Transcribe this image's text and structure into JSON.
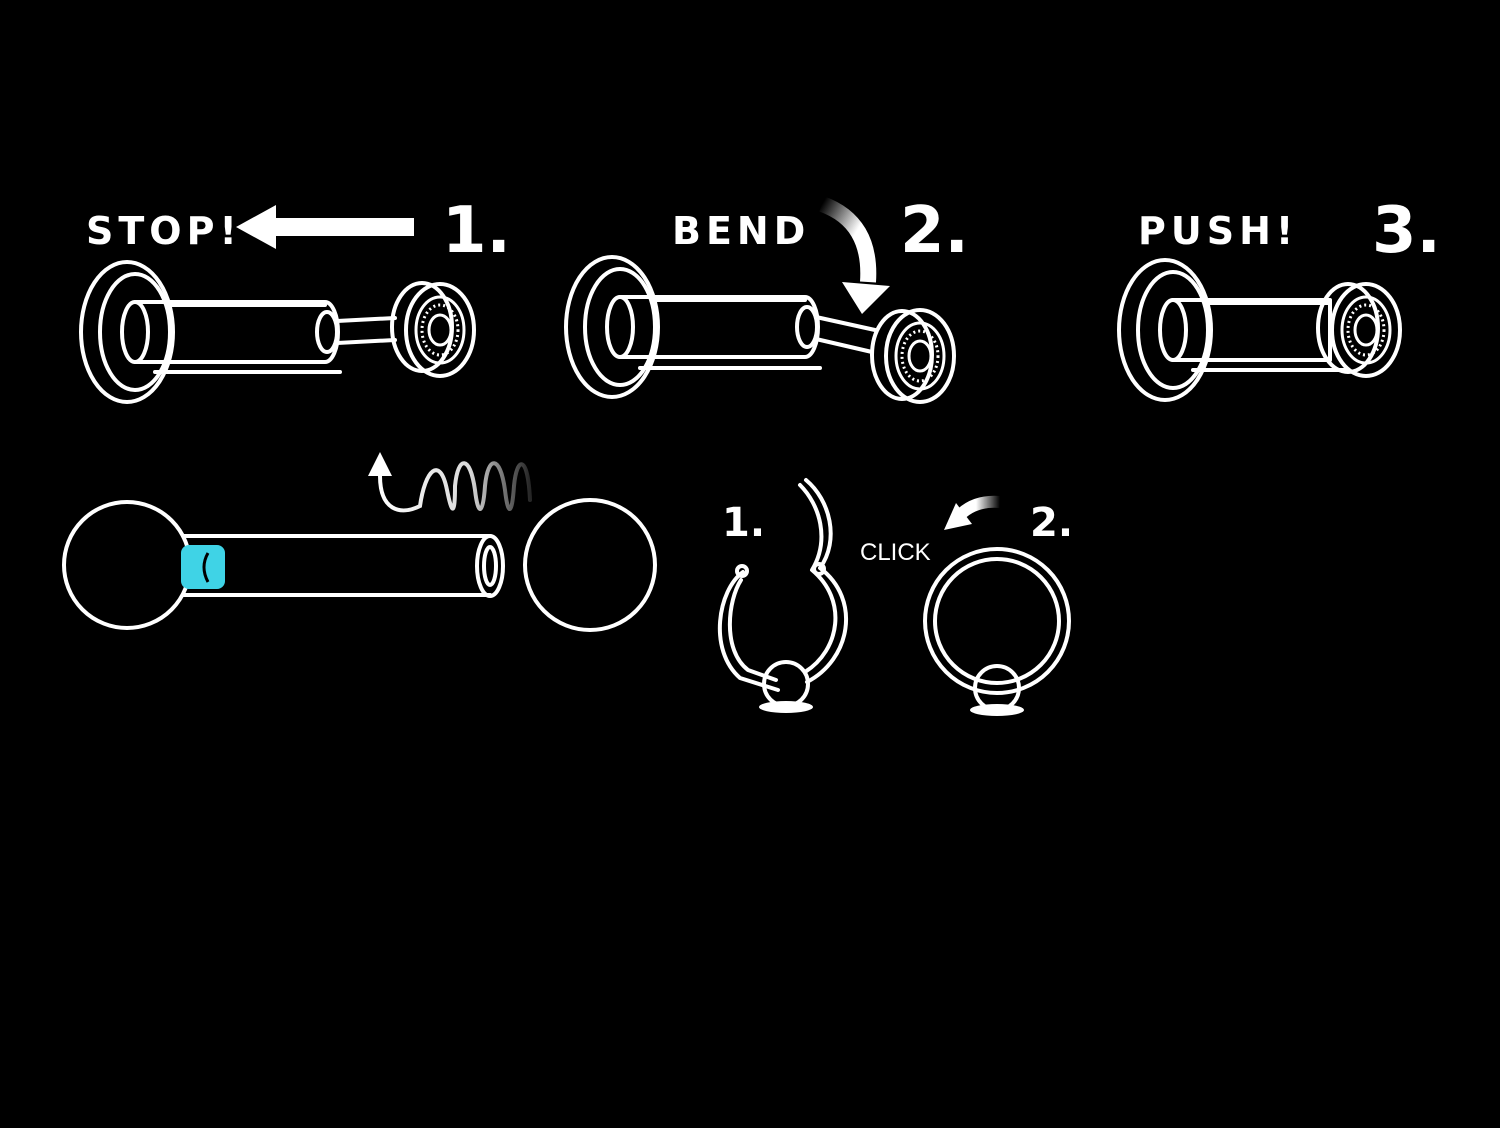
{
  "colors": {
    "background": "#000000",
    "ink": "#ffffff",
    "accent": "#3fd3e6"
  },
  "labelled_steps": [
    {
      "word": "STOP!",
      "number": "1."
    },
    {
      "word": "BEND",
      "number": "2."
    },
    {
      "word": "PUSH!",
      "number": "3."
    }
  ],
  "ring_steps": {
    "step1_number": "1.",
    "step2_number": "2.",
    "click_label": "CLICK"
  },
  "icons": [
    "labret-with-loose-top-icon",
    "labret-bent-pin-icon",
    "labret-pushed-in-icon",
    "barbell-with-spring-icon",
    "segment-ring-open-icon",
    "segment-ring-closed-icon",
    "left-arrow-icon",
    "curved-down-arrow-icon",
    "curved-up-arrow-icon",
    "curved-left-arrow-icon"
  ]
}
